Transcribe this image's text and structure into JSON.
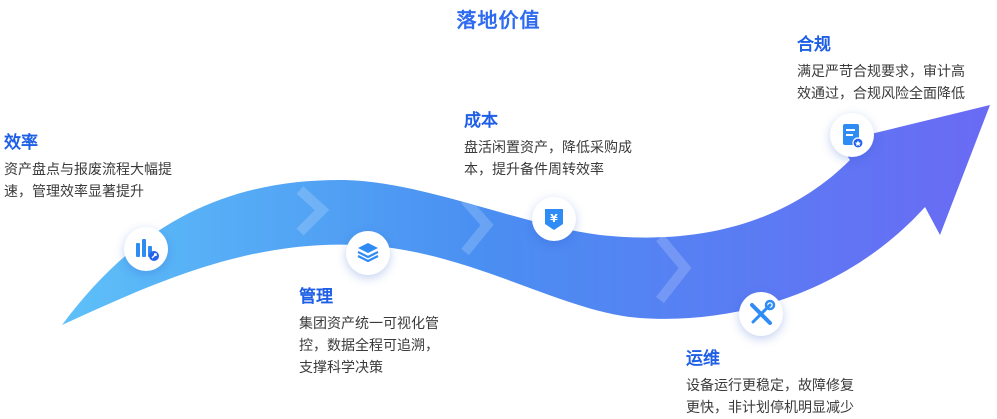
{
  "title": "落地价值",
  "items": [
    {
      "icon": "bar-chart-icon",
      "heading": "效率",
      "desc": "资产盘点与报废流程大幅提\n速，管理效率显著提升"
    },
    {
      "icon": "layers-icon",
      "heading": "管理",
      "desc": "集团资产统一可视化管\n控，数据全程可追溯，\n支撑科学决策"
    },
    {
      "icon": "yen-icon",
      "heading": "成本",
      "desc": "盘活闲置资产，降低采购成\n本，提升备件周转效率"
    },
    {
      "icon": "tools-icon",
      "heading": "运维",
      "desc": "设备运行更稳定，故障修复\n更快，非计划停机明显减少"
    },
    {
      "icon": "compliance-document-icon",
      "heading": "合规",
      "desc": "满足严苛合规要求，审计高\n效通过，合规风险全面降低"
    }
  ],
  "colors": {
    "accent": "#2f6bf0",
    "arrow_start": "#5fbaf7",
    "arrow_end": "#6a6cf4"
  }
}
